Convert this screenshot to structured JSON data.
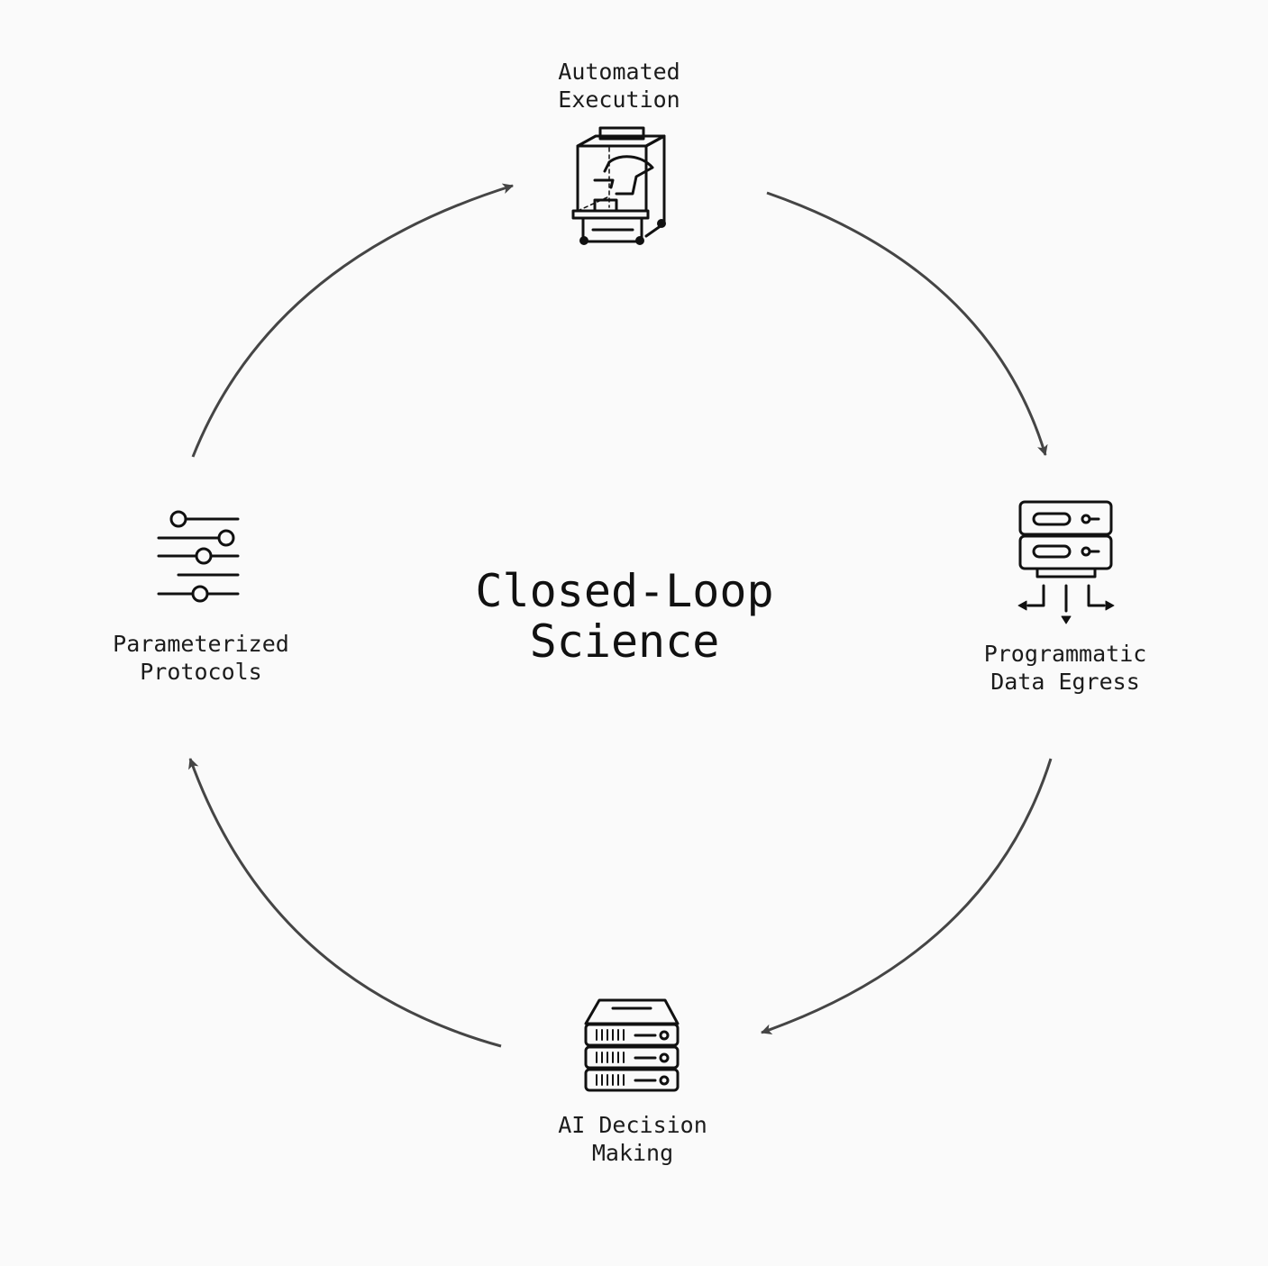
{
  "title": {
    "line1": "Closed-Loop",
    "line2": "Science"
  },
  "nodes": [
    {
      "id": "automated-execution",
      "icon": "lab-robot-icon",
      "line1": "Automated",
      "line2": "Execution"
    },
    {
      "id": "programmatic-data-egress",
      "icon": "server-data-output-icon",
      "line1": "Programmatic",
      "line2": "Data Egress"
    },
    {
      "id": "ai-decision-making",
      "icon": "server-stack-icon",
      "line1": "AI Decision",
      "line2": "Making"
    },
    {
      "id": "parameterized-protocols",
      "icon": "sliders-icon",
      "line1": "Parameterized",
      "line2": "Protocols"
    }
  ],
  "colors": {
    "background": "#fafafa",
    "text": "#1c1c1c",
    "arrow": "#454545",
    "icon": "#111111"
  }
}
